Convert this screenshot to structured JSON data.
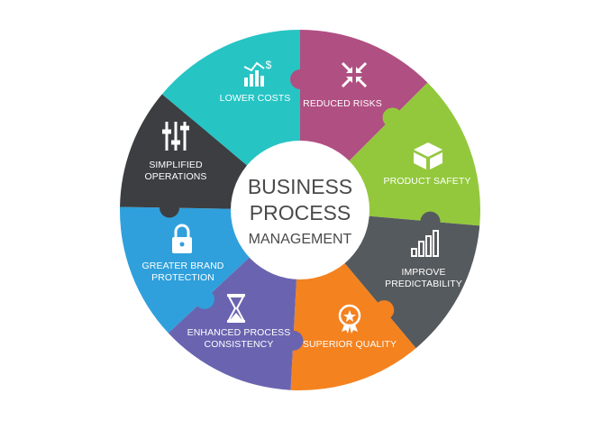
{
  "center": {
    "line1": "BUSINESS",
    "line2": "PROCESS",
    "line3": "MANAGEMENT"
  },
  "segments": [
    {
      "id": "lower-costs",
      "label_lines": [
        "LOWER COSTS"
      ],
      "color": "#27c4c4",
      "icon": "chart-dollar-icon"
    },
    {
      "id": "reduced-risks",
      "label_lines": [
        "REDUCED RISKS"
      ],
      "color": "#b04f82",
      "icon": "arrows-inward-icon"
    },
    {
      "id": "product-safety",
      "label_lines": [
        "PRODUCT SAFETY"
      ],
      "color": "#93c83d",
      "icon": "box-icon"
    },
    {
      "id": "improve-predictability",
      "label_lines": [
        "IMPROVE",
        "PREDICTABILITY"
      ],
      "color": "#555a5e",
      "icon": "bar-chart-icon"
    },
    {
      "id": "superior-quality",
      "label_lines": [
        "SUPERIOR QUALITY"
      ],
      "color": "#f4821f",
      "icon": "award-badge-icon"
    },
    {
      "id": "enhanced-process-consistency",
      "label_lines": [
        "ENHANCED PROCESS",
        "CONSISTENCY"
      ],
      "color": "#6a64b0",
      "icon": "hourglass-icon"
    },
    {
      "id": "greater-brand-protection",
      "label_lines": [
        "GREATER BRAND",
        "PROTECTION"
      ],
      "color": "#2fa0dc",
      "icon": "padlock-icon"
    },
    {
      "id": "simplified-operations",
      "label_lines": [
        "SIMPLIFIED",
        "OPERATIONS"
      ],
      "color": "#3c3e41",
      "icon": "sliders-icon"
    }
  ]
}
